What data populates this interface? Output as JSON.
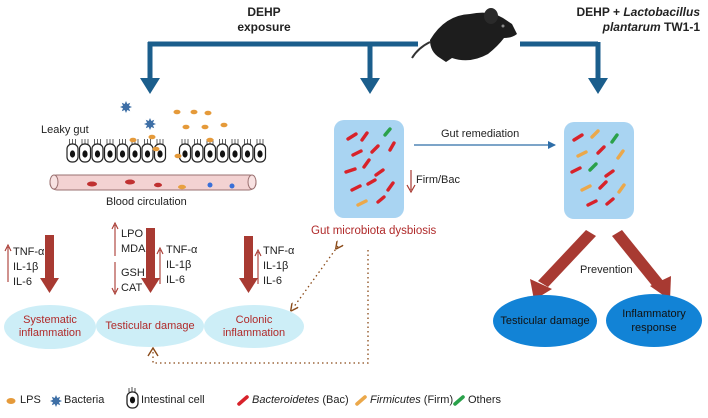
{
  "left_exposure": {
    "line1": "DEHP",
    "line2": "exposure"
  },
  "right_exposure": {
    "line1_plain": "DEHP + ",
    "line1_italic": "Lactobacillus",
    "line2_italic": "plantarum",
    "line2_plain": " TW1-1"
  },
  "gut": {
    "leaky_label": "Leaky gut",
    "blood_label": "Blood circulation"
  },
  "microbiota": {
    "firm_bac_label": "Firm/Bac",
    "dysbiosis_label": "Gut microbiota dysbiosis",
    "remediation_label": "Gut remediation"
  },
  "systemic": {
    "markers": [
      "TNF-α",
      "IL-1β",
      "IL-6"
    ],
    "outcome": [
      "Systematic",
      "inflammation"
    ]
  },
  "testicular": {
    "markers_up": [
      "LPO",
      "MDA"
    ],
    "markers_down": [
      "GSH",
      "CAT"
    ],
    "cytokines": [
      "TNF-α",
      "IL-1β",
      "IL-6"
    ],
    "outcome": "Testicular damage"
  },
  "colonic": {
    "markers": [
      "TNF-α",
      "IL-1β",
      "IL-6"
    ],
    "outcome": [
      "Colonic",
      "inflammation"
    ]
  },
  "prevention": {
    "label": "Prevention",
    "outcome_left": "Testicular damage",
    "outcome_right": [
      "Inflammatory",
      "response"
    ]
  },
  "legend": {
    "lps": "LPS",
    "bacteria": "Bacteria",
    "intestinal_cell": "Intestinal cell",
    "bac_italic": "Bacteroidetes",
    "bac_suffix": " (Bac)",
    "firm_italic": "Firmicutes",
    "firm_suffix": " (Firm)",
    "others": "Others"
  },
  "colors": {
    "arrow_blue": "#1b5e8c",
    "arrow_red": "#a83a32",
    "box_blue": "#a9d4f2",
    "oval_cyan": "#cdeef7",
    "oval_blue": "#1283d6",
    "bac_red": "#d8222a",
    "firm_orange": "#eba84a",
    "others_green": "#2aa14a",
    "blood_pink": "#f3d2d2"
  }
}
